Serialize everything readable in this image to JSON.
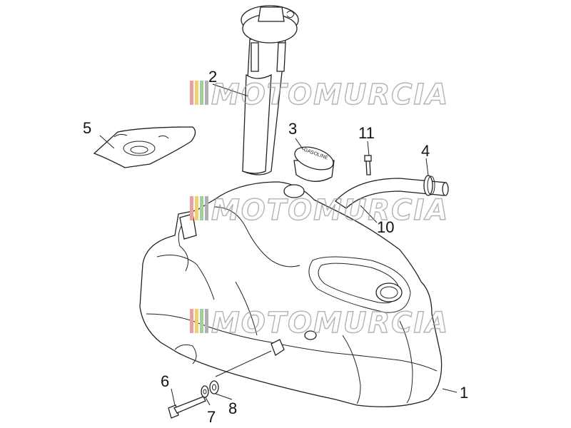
{
  "callouts": {
    "c1": "1",
    "c2": "2",
    "c3": "3",
    "c4": "4",
    "c5": "5",
    "c6": "6",
    "c7": "7",
    "c8": "8",
    "c10": "10",
    "c11": "11"
  },
  "watermark": {
    "text": "MOTOMURCIA",
    "stripe_colors": [
      "#e8a0a0",
      "#f0d070",
      "#a0d0a0",
      "#b0b0b0"
    ]
  },
  "cap": {
    "label": "GASOLINE"
  }
}
